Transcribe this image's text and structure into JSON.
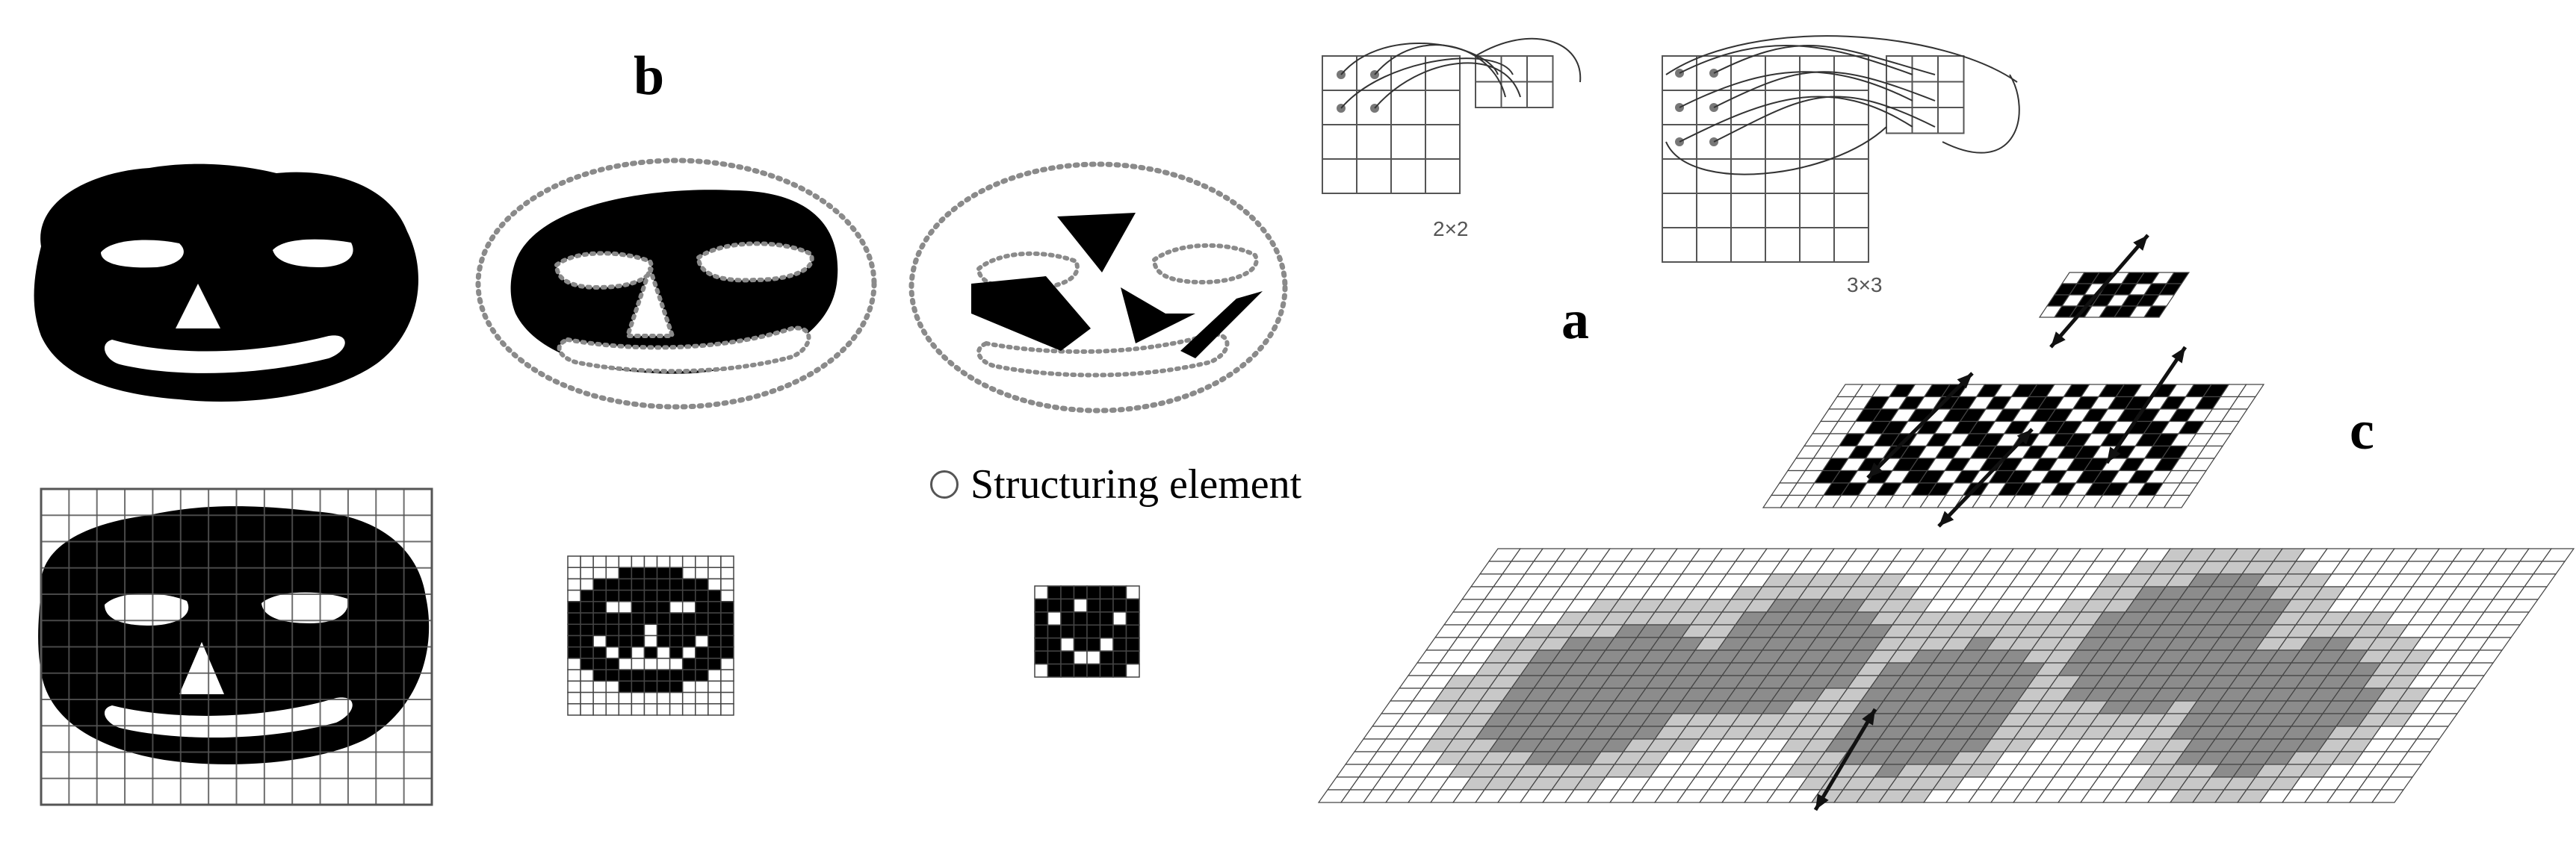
{
  "labels": {
    "panel_a": "a",
    "panel_b": "b",
    "panel_c": "c",
    "neighbourhood_2x2": "2×2",
    "neighbourhood_3x3": "3×3"
  },
  "legend": {
    "structuring_element": "Structuring element",
    "marker_icon": "open-circle-icon"
  },
  "colors": {
    "ink": "#000000",
    "grid": "#555555",
    "dots": "#8a8a8a",
    "light_gray": "#c8c8c8",
    "dark_gray": "#8c8c8c"
  }
}
